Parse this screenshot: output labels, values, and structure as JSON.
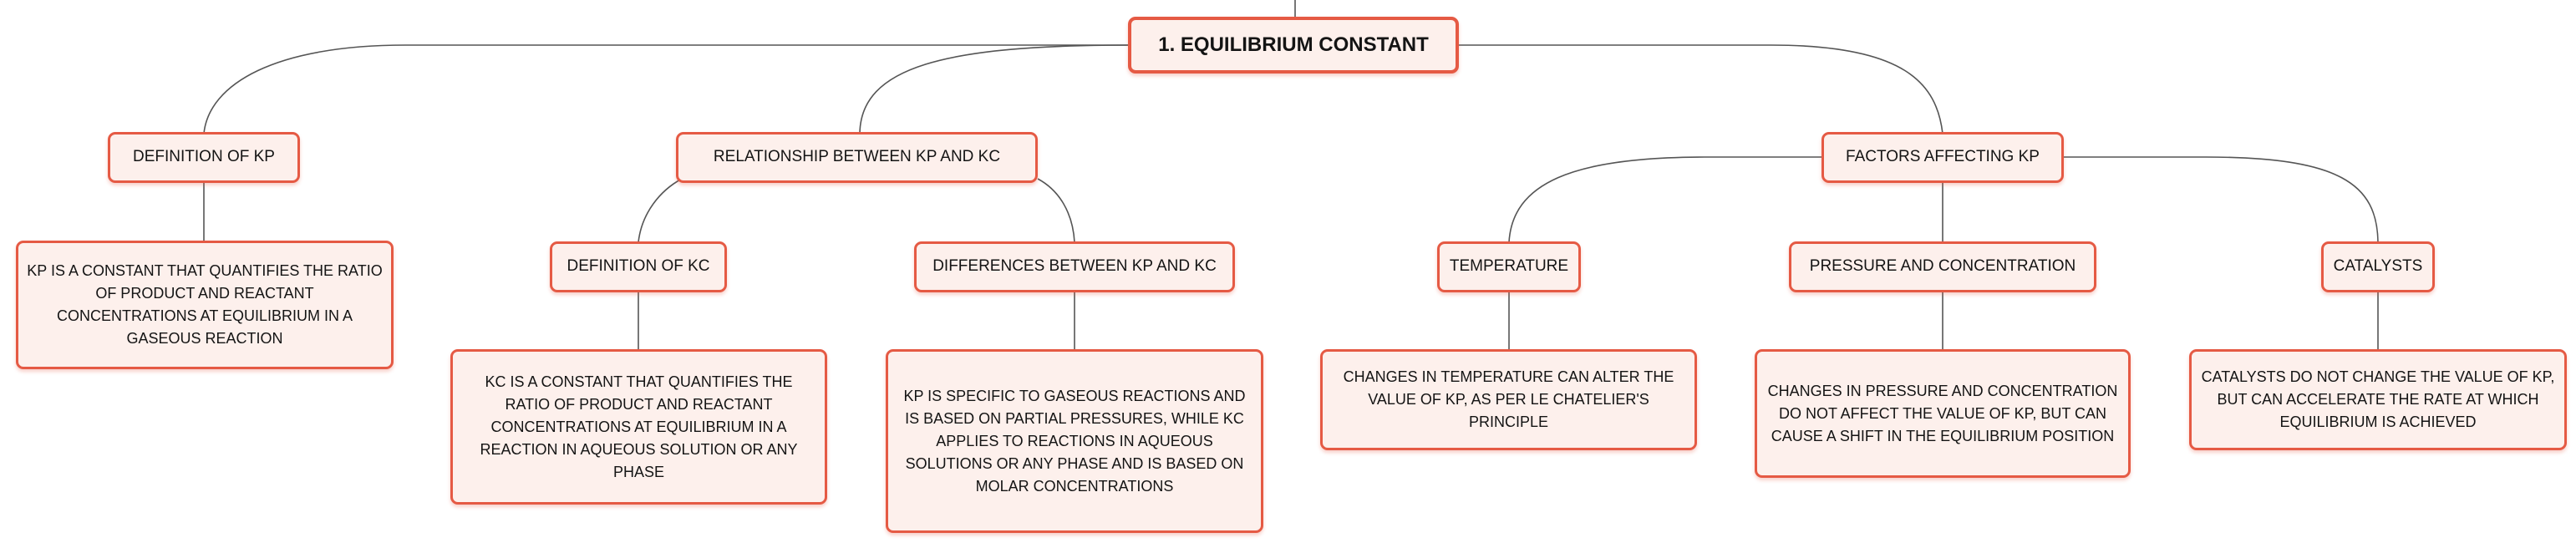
{
  "mindmap": {
    "root": "1. EQUILIBRIUM CONSTANT",
    "branches": [
      {
        "title": "DEFINITION OF KP",
        "detail": "KP IS A CONSTANT THAT QUANTIFIES THE RATIO OF PRODUCT AND REACTANT CONCENTRATIONS AT EQUILIBRIUM IN A GASEOUS REACTION"
      },
      {
        "title": "RELATIONSHIP BETWEEN KP AND KC",
        "children": [
          {
            "title": "DEFINITION OF KC",
            "detail": "KC IS A CONSTANT THAT QUANTIFIES THE RATIO OF PRODUCT AND REACTANT CONCENTRATIONS AT EQUILIBRIUM IN A REACTION IN AQUEOUS SOLUTION OR ANY PHASE"
          },
          {
            "title": "DIFFERENCES BETWEEN KP AND KC",
            "detail": "KP IS SPECIFIC TO GASEOUS REACTIONS AND IS BASED ON PARTIAL PRESSURES, WHILE KC APPLIES TO REACTIONS IN AQUEOUS SOLUTIONS OR ANY PHASE AND IS BASED ON MOLAR CONCENTRATIONS"
          }
        ]
      },
      {
        "title": "FACTORS AFFECTING KP",
        "children": [
          {
            "title": "TEMPERATURE",
            "detail": "CHANGES IN TEMPERATURE CAN ALTER THE VALUE OF KP, AS PER LE CHATELIER'S PRINCIPLE"
          },
          {
            "title": "PRESSURE AND CONCENTRATION",
            "detail": "CHANGES IN PRESSURE AND CONCENTRATION DO NOT AFFECT THE VALUE OF KP, BUT CAN CAUSE A SHIFT IN THE EQUILIBRIUM POSITION"
          },
          {
            "title": "CATALYSTS",
            "detail": "CATALYSTS DO NOT CHANGE THE VALUE OF KP, BUT CAN ACCELERATE THE RATE AT WHICH EQUILIBRIUM IS ACHIEVED"
          }
        ]
      }
    ]
  },
  "colors": {
    "border": "#e55a44",
    "fill": "#fdf0ec",
    "connector": "#555555"
  }
}
